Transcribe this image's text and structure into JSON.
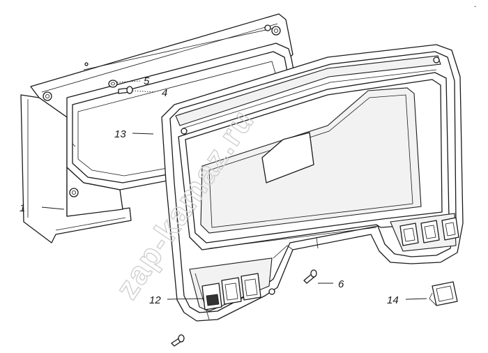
{
  "watermark": "zap-kamaz.ru",
  "callouts": [
    {
      "id": "1",
      "label": "1"
    },
    {
      "id": "4",
      "label": "4"
    },
    {
      "id": "5",
      "label": "5"
    },
    {
      "id": "6",
      "label": "6"
    },
    {
      "id": "12",
      "label": "12"
    },
    {
      "id": "13",
      "label": "13"
    },
    {
      "id": "14",
      "label": "14"
    }
  ],
  "corner_mark": "-"
}
